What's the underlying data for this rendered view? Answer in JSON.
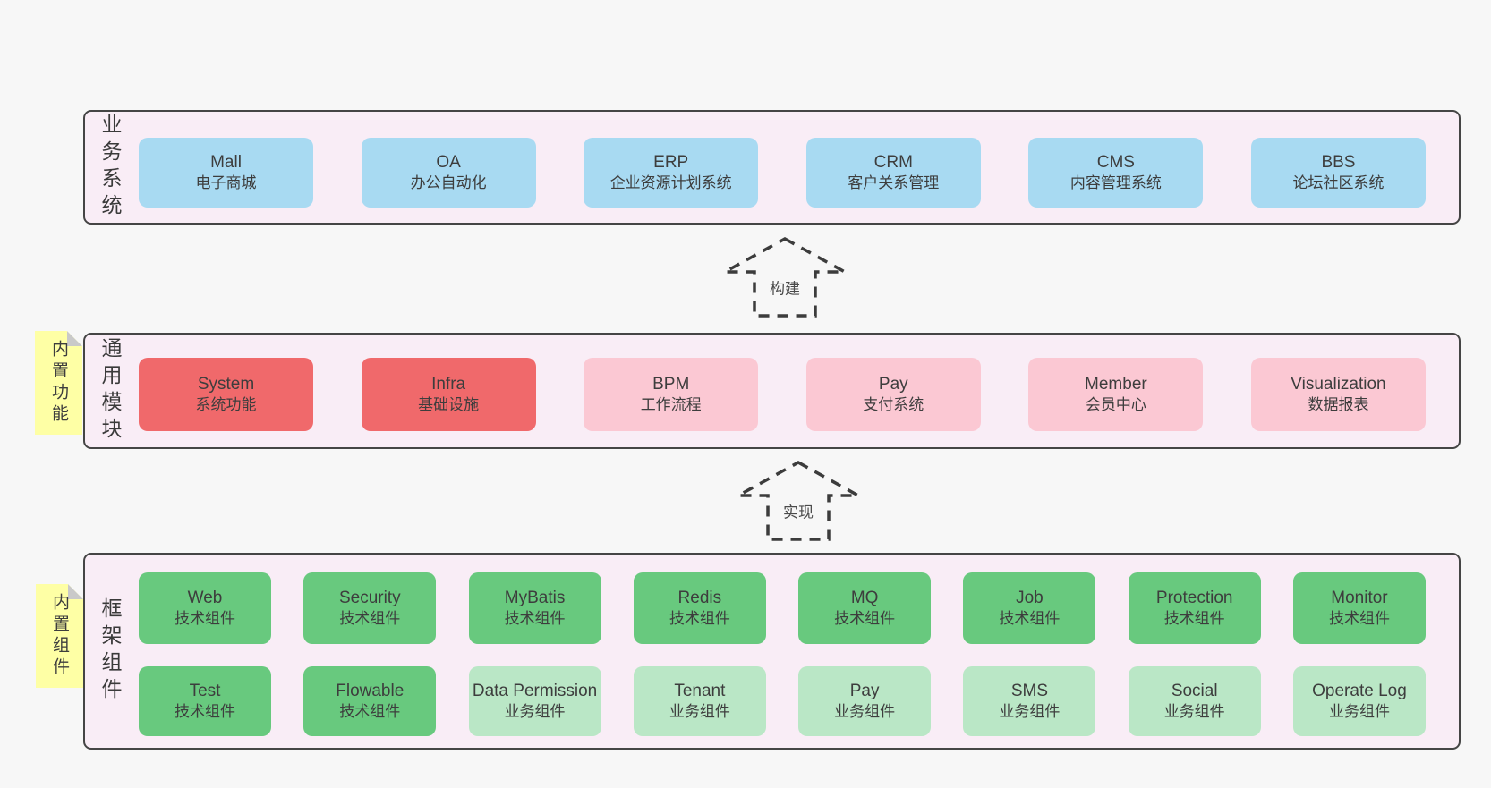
{
  "colors": {
    "page_background": "#f7f7f7",
    "layer_fill": "#f9edf6",
    "layer_border": "#454545",
    "blue_box": "#a8daf2",
    "red_box": "#f0696b",
    "pink_box": "#fbc8d3",
    "green_dark_box": "#68c97e",
    "green_light_box": "#bae7c6",
    "note_yellow": "#feffa5",
    "note_fold_gray": "#c9c9c9",
    "text": "#3d3d3d"
  },
  "arrows": {
    "build": "构建",
    "implement": "实现"
  },
  "layers": {
    "business": {
      "label": "业务系统",
      "boxes": [
        {
          "title": "Mall",
          "subtitle": "电子商城",
          "variant": "blue"
        },
        {
          "title": "OA",
          "subtitle": "办公自动化",
          "variant": "blue"
        },
        {
          "title": "ERP",
          "subtitle": "企业资源计划系统",
          "variant": "blue"
        },
        {
          "title": "CRM",
          "subtitle": "客户关系管理",
          "variant": "blue"
        },
        {
          "title": "CMS",
          "subtitle": "内容管理系统",
          "variant": "blue"
        },
        {
          "title": "BBS",
          "subtitle": "论坛社区系统",
          "variant": "blue"
        }
      ]
    },
    "modules": {
      "label": "通用模块",
      "note": "内置功能",
      "boxes": [
        {
          "title": "System",
          "subtitle": "系统功能",
          "variant": "red"
        },
        {
          "title": "Infra",
          "subtitle": "基础设施",
          "variant": "red"
        },
        {
          "title": "BPM",
          "subtitle": "工作流程",
          "variant": "pink"
        },
        {
          "title": "Pay",
          "subtitle": "支付系统",
          "variant": "pink"
        },
        {
          "title": "Member",
          "subtitle": "会员中心",
          "variant": "pink"
        },
        {
          "title": "Visualization",
          "subtitle": "数据报表",
          "variant": "pink"
        }
      ]
    },
    "framework": {
      "label": "框架组件",
      "note": "内置组件",
      "row1": [
        {
          "title": "Web",
          "subtitle": "技术组件",
          "variant": "green-dark"
        },
        {
          "title": "Security",
          "subtitle": "技术组件",
          "variant": "green-dark"
        },
        {
          "title": "MyBatis",
          "subtitle": "技术组件",
          "variant": "green-dark"
        },
        {
          "title": "Redis",
          "subtitle": "技术组件",
          "variant": "green-dark"
        },
        {
          "title": "MQ",
          "subtitle": "技术组件",
          "variant": "green-dark"
        },
        {
          "title": "Job",
          "subtitle": "技术组件",
          "variant": "green-dark"
        },
        {
          "title": "Protection",
          "subtitle": "技术组件",
          "variant": "green-dark"
        },
        {
          "title": "Monitor",
          "subtitle": "技术组件",
          "variant": "green-dark"
        }
      ],
      "row2": [
        {
          "title": "Test",
          "subtitle": "技术组件",
          "variant": "green-dark"
        },
        {
          "title": "Flowable",
          "subtitle": "技术组件",
          "variant": "green-dark"
        },
        {
          "title": "Data Permission",
          "subtitle": "业务组件",
          "variant": "green-light"
        },
        {
          "title": "Tenant",
          "subtitle": "业务组件",
          "variant": "green-light"
        },
        {
          "title": "Pay",
          "subtitle": "业务组件",
          "variant": "green-light"
        },
        {
          "title": "SMS",
          "subtitle": "业务组件",
          "variant": "green-light"
        },
        {
          "title": "Social",
          "subtitle": "业务组件",
          "variant": "green-light"
        },
        {
          "title": "Operate Log",
          "subtitle": "业务组件",
          "variant": "green-light"
        }
      ]
    }
  }
}
